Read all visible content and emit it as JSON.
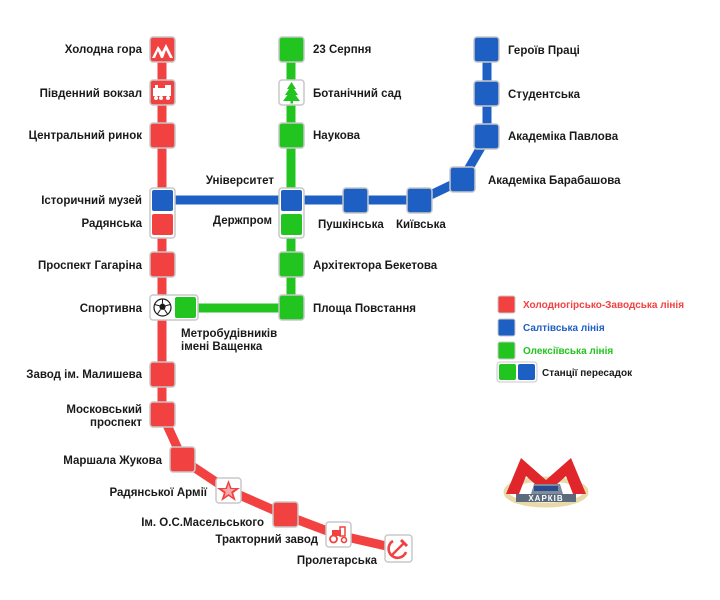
{
  "colors": {
    "red": "#f24141",
    "blue": "#1e5fc4",
    "green": "#22c41f",
    "station_border": "#c8c8c8",
    "text": "#1a1a1a"
  },
  "lines": {
    "red": "Холодногірсько-Заводська лінія",
    "blue": "Салтівська лінія",
    "green": "Олексіївська лінія",
    "transfer": "Станції пересадок"
  },
  "stations": {
    "kholodna_hora": "Холодна гора",
    "pivdennyi_vokzal": "Південний вокзал",
    "tsentralnyi_rynok": "Центральний ринок",
    "istorychnyi_muzei": "Історичний музей",
    "radianska": "Радянська",
    "prospekt_haharina": "Проспект Гагаріна",
    "sportyvna": "Спортивна",
    "zavod_malysheva": "Завод ім. Малишева",
    "moskovskyi_prospekt_1": "Московський",
    "moskovskyi_prospekt_2": "проспект",
    "marshala_zhukova": "Маршала Жукова",
    "radianskoi_armii": "Радянської Армії",
    "maselskoho": "Ім. О.С.Масельського",
    "traktornyi_zavod": "Тракторний завод",
    "proletarska": "Пролетарська",
    "serpnia_23": "23 Серпня",
    "botanichnyi_sad": "Ботанічний сад",
    "naukova": "Наукова",
    "universytet": "Університет",
    "derzhprom": "Держпром",
    "arkhitektora_beketova": "Архітектора Бекетова",
    "ploshcha_povstannia": "Площа Повстання",
    "metrobudivnykiv_1": "Метробудівників",
    "metrobudivnykiv_2": "імені Ващенка",
    "heroiv_pratsi": "Героїв Праці",
    "studentska": "Студентська",
    "akademika_pavlova": "Академіка Павлова",
    "akademika_barabashova": "Академіка Барабашова",
    "kyivska": "Київська",
    "pushkinska": "Пушкінська"
  },
  "logo": {
    "city": "ХАРКІВ"
  },
  "icons": {
    "kholodna_hora": "mountain-icon",
    "pivdennyi_vokzal": "locomotive-icon",
    "botanichnyi_sad": "tree-icon",
    "sportyvna": "football-icon",
    "radianskoi_armii": "star-icon",
    "traktornyi_zavod": "tractor-icon",
    "proletarska": "hammer-sickle-icon"
  }
}
